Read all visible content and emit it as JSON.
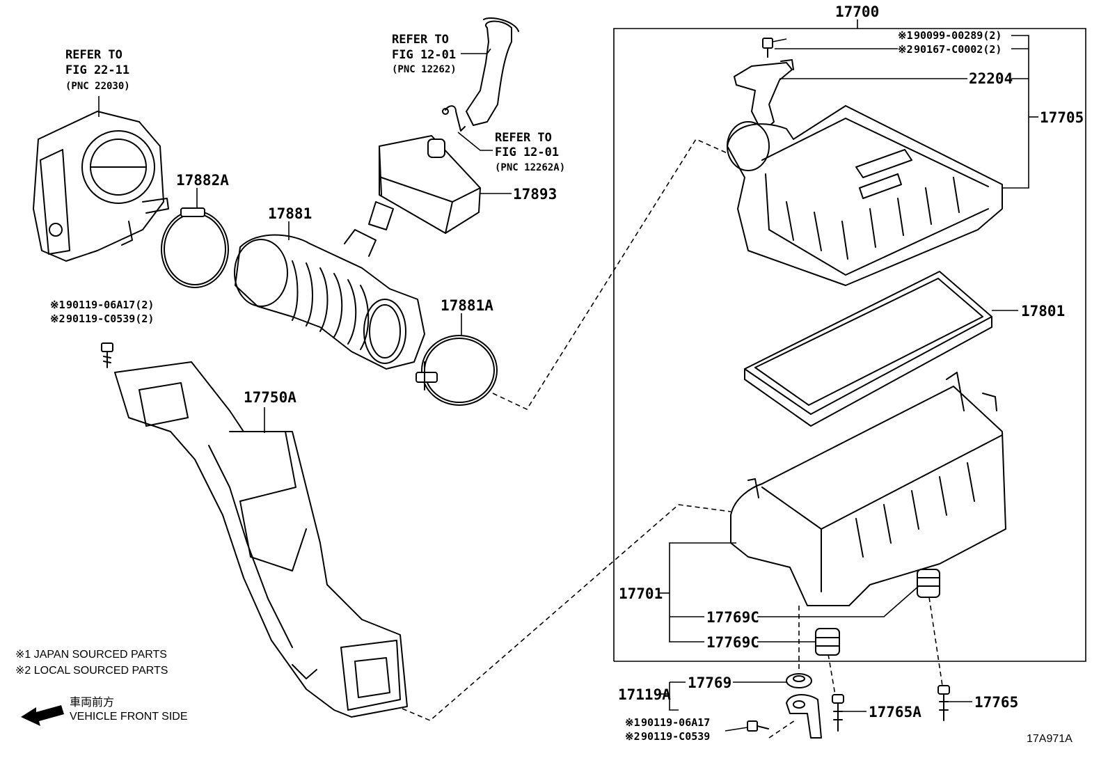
{
  "parts": {
    "p17700": "17700",
    "p17705": "17705",
    "p22204": "22204",
    "p17801": "17801",
    "p17701": "17701",
    "p17769C_1": "17769C",
    "p17769C_2": "17769C",
    "p17769": "17769",
    "p17119A": "17119A",
    "p17765A": "17765A",
    "p17765": "17765",
    "p17882A": "17882A",
    "p17881": "17881",
    "p17893": "17893",
    "p17881A": "17881A",
    "p17750A": "17750A"
  },
  "bolts": {
    "top_mark1": "※1",
    "top_1": "90099-00289(2)",
    "top_mark2": "※2",
    "top_2": "90167-C0002(2)",
    "left_mark1": "※1",
    "left_1": "90119-06A17(2)",
    "left_mark2": "※2",
    "left_2": "90119-C0539(2)",
    "bottom_mark1": "※1",
    "bottom_1": "90119-06A17",
    "bottom_mark2": "※2",
    "bottom_2": "90119-C0539"
  },
  "refs": {
    "throttle_l1": "REFER TO",
    "throttle_l2": "FIG 22-11",
    "throttle_l3": "(PNC 22030)",
    "hose_l1": "REFER TO",
    "hose_l2": "FIG 12-01",
    "hose_l3": "(PNC 12262)",
    "clip_l1": "REFER TO",
    "clip_l2": "FIG 12-01",
    "clip_l3": "(PNC 12262A)"
  },
  "notes": {
    "japan": "※1 JAPAN SOURCED PARTS",
    "local": "※2 LOCAL SOURCED PARTS",
    "front_jp": "車両前方",
    "front_en": "VEHICLE FRONT SIDE",
    "figure_id": "17A971A"
  }
}
